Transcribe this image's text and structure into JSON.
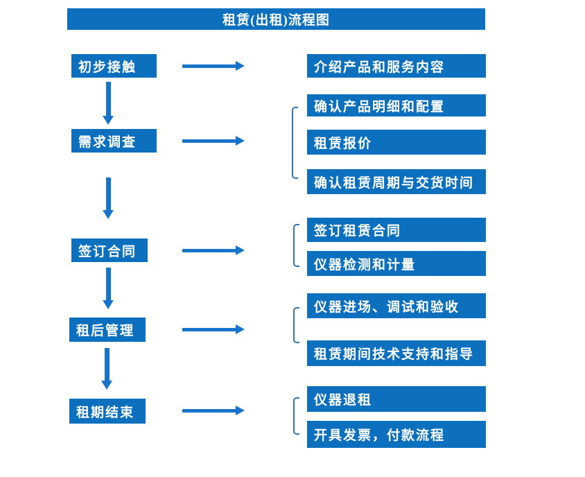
{
  "title": "租赁(出租)流程图",
  "colors": {
    "box_blue": "#0C70BE",
    "arrow_blue": "#1874C9",
    "bracket_blue": "#2E75B6",
    "text_white": "#FFFFFF",
    "bg_white": "#FFFFFF"
  },
  "stages": [
    {
      "label": "初步接触",
      "outputs": [
        "介绍产品和服务内容"
      ]
    },
    {
      "label": "需求调查",
      "outputs": [
        "确认产品明细和配置",
        "租赁报价",
        "确认租赁周期与交货时间"
      ]
    },
    {
      "label": "签订合同",
      "outputs": [
        "签订租赁合同",
        "仪器检测和计量"
      ]
    },
    {
      "label": "租后管理",
      "outputs": [
        "仪器进场、调试和验收",
        "租赁期间技术支持和指导"
      ]
    },
    {
      "label": "租期结束",
      "outputs": [
        "仪器退租",
        "开具发票，付款流程"
      ]
    }
  ]
}
